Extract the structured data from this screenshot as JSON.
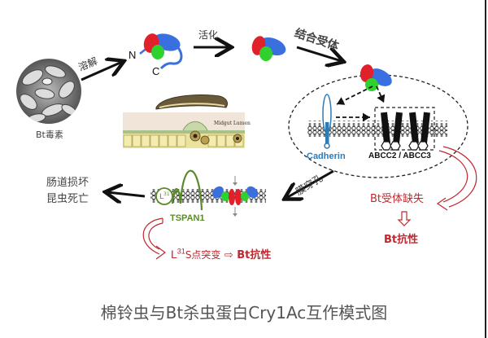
{
  "title": "棉铃虫与Bt杀虫蛋白Cry1Ac互作模式图",
  "toxin": {
    "label": "Bt毒素"
  },
  "steps": {
    "dissolve": "溶解",
    "activate": "活化",
    "bind_receptor": "结合受体",
    "pore_formation": "膜穿孔"
  },
  "protein": {
    "n_terminus": "N",
    "c_terminus": "C"
  },
  "midgut": {
    "label": "Midgut Lumen"
  },
  "receptors": {
    "cadherin": "Cadherin",
    "abc": "ABCC2 / ABCC3"
  },
  "outcome": {
    "line1": "肠道损坏",
    "line2": "昆虫死亡"
  },
  "tspan": {
    "name": "TSPAN1",
    "residue": "L",
    "residue_sup": "31"
  },
  "mutation": {
    "prefix": "L",
    "sup": "31",
    "suffix": "S点突变",
    "arrow": "⇨",
    "result": "Bt抗性"
  },
  "receptor_loss": {
    "label": "Bt受体缺失",
    "arrow": "⇩",
    "result": "Bt抗性"
  },
  "colors": {
    "domain_red": "#e0202a",
    "domain_green": "#2fd12f",
    "domain_blue": "#3a6fe0",
    "resistance_red": "#c0282f",
    "tspan_green": "#5b8a28",
    "cadherin_blue": "#2d7bb7"
  }
}
